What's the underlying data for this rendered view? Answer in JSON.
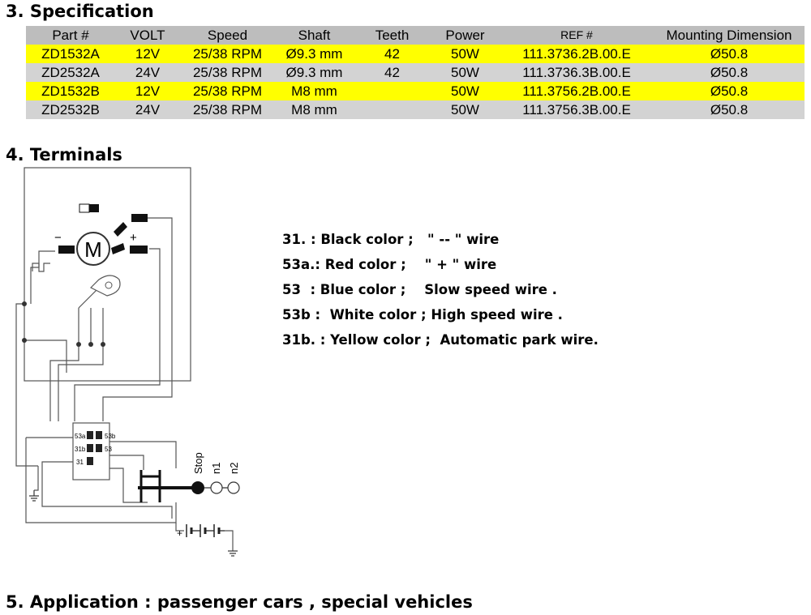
{
  "sections": {
    "specification_title": "3. Specification",
    "terminals_title": "4. Terminals",
    "application_title": "5. Application : passenger cars , special vehicles"
  },
  "spec_table": {
    "headers": [
      "Part #",
      "VOLT",
      "Speed",
      "Shaft",
      "Teeth",
      "Power",
      "REF #",
      "Mounting Dimension"
    ],
    "rows": [
      [
        "ZD1532A",
        "12V",
        "25/38 RPM",
        "Ø9.3 mm",
        "42",
        "50W",
        "111.3736.2B.00.E",
        "Ø50.8"
      ],
      [
        "ZD2532A",
        "24V",
        "25/38 RPM",
        "Ø9.3 mm",
        "42",
        "50W",
        "111.3736.3B.00.E",
        "Ø50.8"
      ],
      [
        "ZD1532B",
        "12V",
        "25/38 RPM",
        "M8 mm",
        "",
        "50W",
        "111.3756.2B.00.E",
        "Ø50.8"
      ],
      [
        "ZD2532B",
        "24V",
        "25/38 RPM",
        "M8 mm",
        "",
        "50W",
        "111.3756.3B.00.E",
        "Ø50.8"
      ]
    ],
    "row_colors": [
      "#ffff00",
      "#d3d3d3",
      "#ffff00",
      "#d3d3d3"
    ],
    "header_color": "#bdbdbd"
  },
  "diagram": {
    "motor_symbol": "M",
    "motor_minus": "−",
    "motor_plus": "+",
    "terminal_labels": [
      "53a",
      "53b",
      "31b",
      "53",
      "31"
    ],
    "switch_labels": [
      "Stop",
      "n1",
      "n2"
    ],
    "battery_plus": "+"
  },
  "terminals_legend": [
    "31. : Black color ;   \" -- \" wire",
    "53a.: Red color ;    \" + \" wire",
    "53  : Blue color ;    Slow speed wire .",
    "53b :  White color ; High speed wire .",
    "31b. : Yellow color ;  Automatic park wire."
  ]
}
